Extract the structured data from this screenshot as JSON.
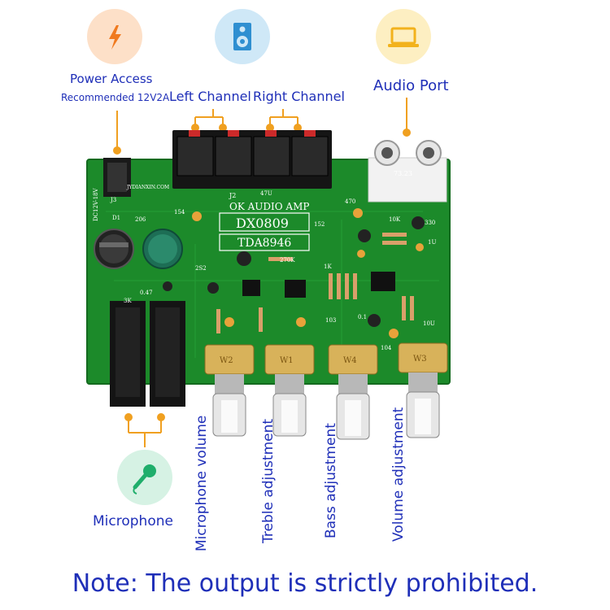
{
  "header": {
    "power": {
      "icon": "lightning-bolt-icon",
      "label": "Power Access",
      "sublabel": "Recommended 12V2A",
      "color": "#fde0c8"
    },
    "speaker": {
      "icon": "speaker-icon",
      "color": "#cfe8f7"
    },
    "audio": {
      "icon": "laptop-icon",
      "label": "Audio Port",
      "color": "#fdefc2"
    },
    "left_channel": "Left Channel",
    "right_channel": "Right Channel"
  },
  "board": {
    "line1": "OK AUDIO AMP",
    "model": "DX0809",
    "chip": "TDA8946",
    "brand": "JYDIANXIN.COM",
    "voltage": "DC12V-18V",
    "date": "73.23",
    "color": "#1c8a2a",
    "components": [
      "J2",
      "J3",
      "D1",
      "206",
      "154",
      "152",
      "2S2",
      "47U",
      "470",
      "10K",
      "330",
      "1U",
      "270K",
      "0.47",
      "3K",
      "10U",
      "1K",
      "0.1",
      "103",
      "104",
      "W2",
      "W1",
      "W4",
      "W3"
    ]
  },
  "knobs": {
    "microphone": "Microphone volume",
    "treble": "Treble adjustment",
    "bass": "Bass adjustment",
    "volume": "Volume adjustment"
  },
  "microphone": {
    "icon": "microphone-icon",
    "label": "Microphone",
    "color": "#d6f2e4"
  },
  "note": "Note: The output is strictly prohibited."
}
